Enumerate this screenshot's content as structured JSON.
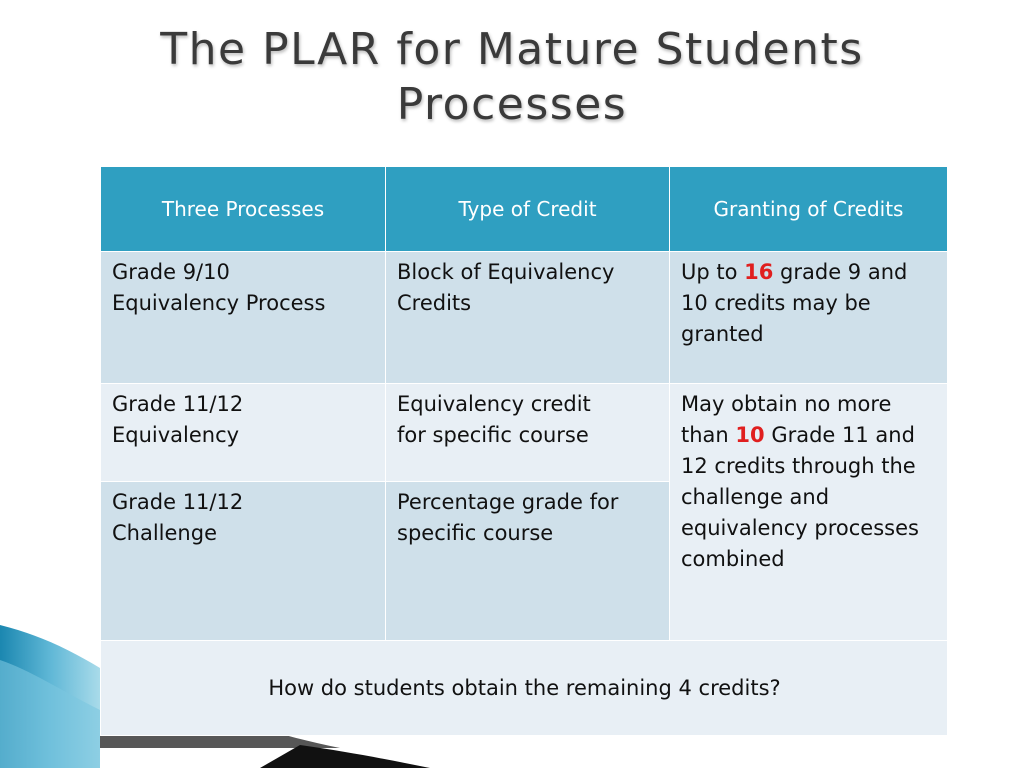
{
  "title": {
    "line1": "The PLAR for Mature Students",
    "line2": "Processes"
  },
  "table": {
    "headers": [
      "Three Processes",
      "Type of Credit",
      "Granting of Credits"
    ],
    "row1": {
      "process": [
        "Grade 9/10",
        "Equivalency Process"
      ],
      "credit_type": [
        "Block of Equivalency",
        "Credits"
      ],
      "granting": {
        "pre": "Up to ",
        "highlight": "16",
        "post": " grade 9 and 10 credits may be granted"
      }
    },
    "row2": {
      "process": [
        "Grade 11/12",
        "Equivalency"
      ],
      "credit_type": [
        "Equivalency credit",
        "for specific course"
      ]
    },
    "row3": {
      "process": [
        "Grade 11/12",
        "Challenge"
      ],
      "credit_type": [
        "Percentage grade for",
        "specific course"
      ]
    },
    "merged_granting": {
      "pre": "May obtain no more than ",
      "highlight": "10",
      "post": " Grade 11 and 12 credits through the challenge and equivalency processes combined"
    },
    "footer": "How do students obtain the remaining 4 credits?"
  },
  "colors": {
    "header_bg": "#2f9fc1",
    "row_dark": "#cfe0ea",
    "row_light": "#e8eff5",
    "highlight": "#e01f1f",
    "title_text": "#3a3a3a"
  }
}
